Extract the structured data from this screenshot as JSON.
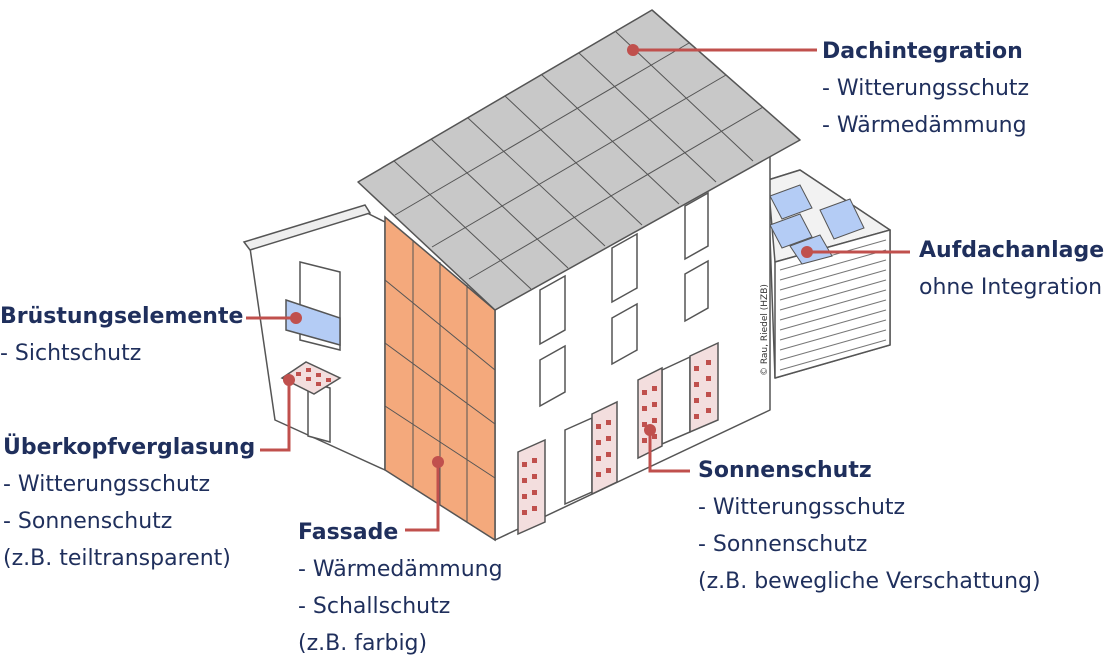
{
  "colors": {
    "accent": "#c0504d",
    "text": "#1f2f5c",
    "roof": "#c8c8c8",
    "facade": "#f4a97c",
    "pv": "#b4ccf5"
  },
  "labels": {
    "dach": {
      "title": "Dachintegration",
      "lines": [
        "- Witterungsschutz",
        "- Wärmedämmung"
      ]
    },
    "aufdach": {
      "title": "Aufdachanlage",
      "lines": [
        "ohne Integration"
      ]
    },
    "brust": {
      "title": "Brüstungselemente",
      "lines": [
        "- Sichtschutz"
      ]
    },
    "ueber": {
      "title": "Überkopfverglasung",
      "lines": [
        "- Witterungsschutz",
        "- Sonnenschutz",
        "(z.B. teiltransparent)"
      ]
    },
    "fassade": {
      "title": "Fassade",
      "lines": [
        "- Wärmedämmung",
        "- Schallschutz",
        "(z.B. farbig)"
      ]
    },
    "sonnen": {
      "title": "Sonnenschutz",
      "lines": [
        "- Witterungsschutz",
        "- Sonnenschutz",
        "(z.B. bewegliche Verschattung)"
      ]
    }
  },
  "credit": "© Rau, Riedel (HZB)"
}
